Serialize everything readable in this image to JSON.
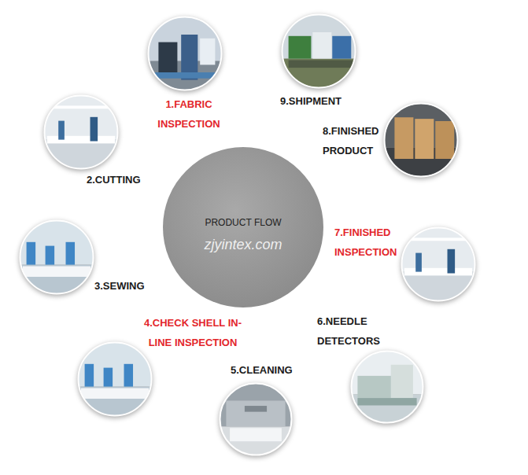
{
  "diagram": {
    "nodes": [
      {
        "text": [
          "PRODUCT FLOW"
        ]
      },
      {
        "text": [
          "1.FABRIC INSPECTION"
        ]
      },
      {
        "text": [
          "2.CUTTING"
        ]
      },
      {
        "text": [
          "3.SEWING"
        ]
      },
      {
        "text": [
          "4.CHECK SHELL IN-LINE INSPECTION"
        ]
      },
      {
        "text": [
          "5.CLEANING"
        ]
      },
      {
        "text": [
          "6.NEEDLE DETECTORS"
        ]
      },
      {
        "text": [
          "7.FINISHED INSPECTION"
        ]
      },
      {
        "text": [
          "8.FINISHED PRODUCT"
        ]
      },
      {
        "text": [
          "9.SHIPMENT"
        ]
      }
    ],
    "labels": [
      "zjyintex.com"
    ]
  }
}
